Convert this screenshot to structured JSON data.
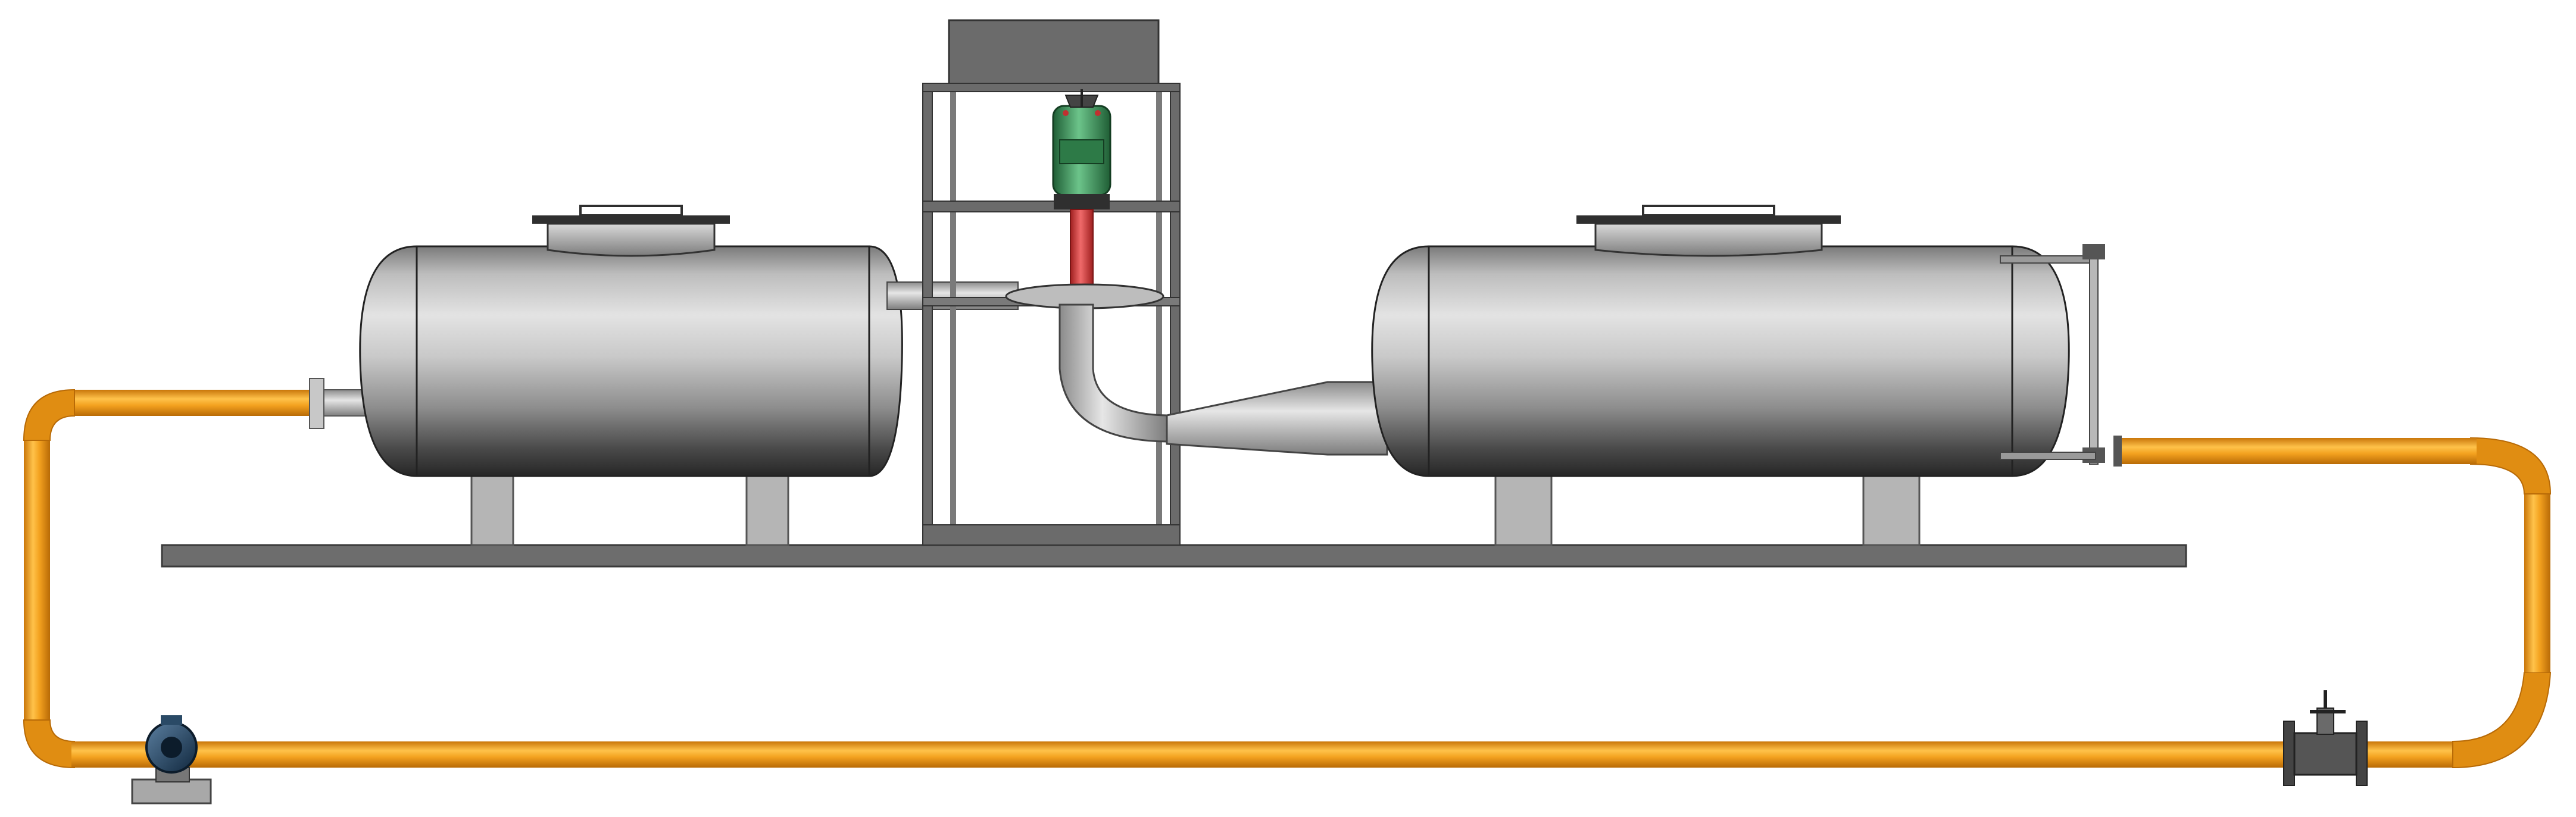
{
  "scene": {
    "background": "#ffffff",
    "components": [
      {
        "id": "base-skid",
        "icon": "skid-base"
      },
      {
        "id": "left-tank",
        "icon": "horizontal-pressure-vessel"
      },
      {
        "id": "right-tank",
        "icon": "horizontal-pressure-vessel"
      },
      {
        "id": "support-frame",
        "icon": "steel-frame"
      },
      {
        "id": "agitator-motor",
        "icon": "drive-motor"
      },
      {
        "id": "transfer-pipe",
        "icon": "elbow-pipe"
      },
      {
        "id": "reducer",
        "icon": "cone-reducer"
      },
      {
        "id": "circulation-loop",
        "icon": "loop-pipe"
      },
      {
        "id": "circulation-pump",
        "icon": "centrifugal-pump"
      },
      {
        "id": "ball-valve",
        "icon": "flanged-valve"
      },
      {
        "id": "level-gauge",
        "icon": "sight-glass"
      }
    ],
    "colors": {
      "pipe_orange": "#f09a17",
      "steel_light": "#dcdcdc",
      "steel_mid": "#9d9d9d",
      "steel_dark": "#2f2f2f",
      "frame": "#6b6b6b",
      "shaft_red": "#d93a3a",
      "motor_green": "#3c9a5a",
      "base_gray": "#6d6d6d",
      "leg_gray": "#b5b5b5"
    }
  }
}
